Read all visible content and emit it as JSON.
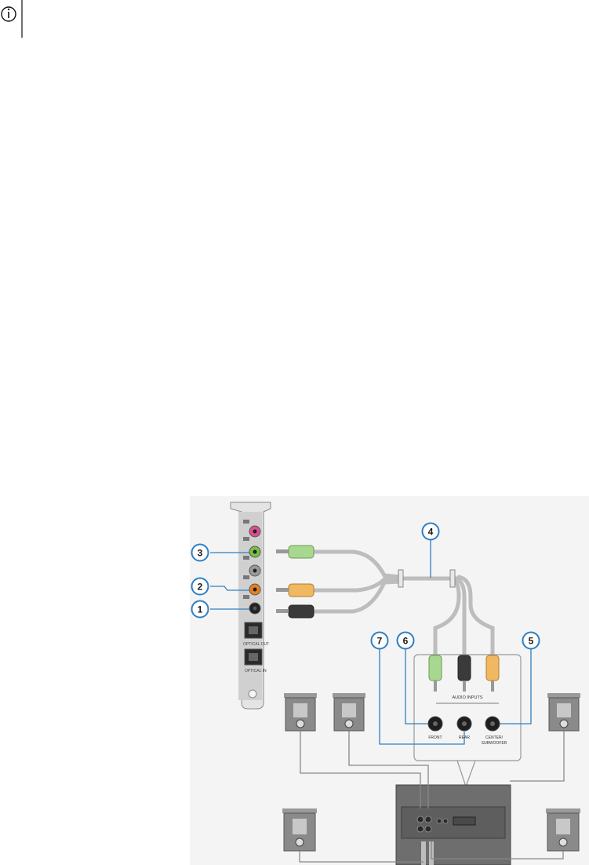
{
  "note_icon": "info-icon",
  "figure": {
    "card_labels": {
      "optical_out": "OPTICAL OUT",
      "optical_in": "OPTICAL IN"
    },
    "speaker_labels": {
      "audio_inputs": "AUDIO INPUTS",
      "front": "FRONT",
      "rear": "REAR",
      "center_line1": "CENTER/",
      "center_line2": "SUBWOOFER"
    },
    "callouts": [
      "1",
      "2",
      "3",
      "4",
      "5",
      "6",
      "7"
    ]
  },
  "colors": {
    "callout": "#2f7fc1",
    "jack_pink": "#d94f8f",
    "jack_green": "#7bc043",
    "jack_orange": "#e8801f",
    "plug_green": "#a8d890",
    "plug_orange": "#f0b860",
    "plug_black": "#3a3a3a",
    "panel": "#6e6e6e",
    "cable": "#bdbdbd"
  }
}
